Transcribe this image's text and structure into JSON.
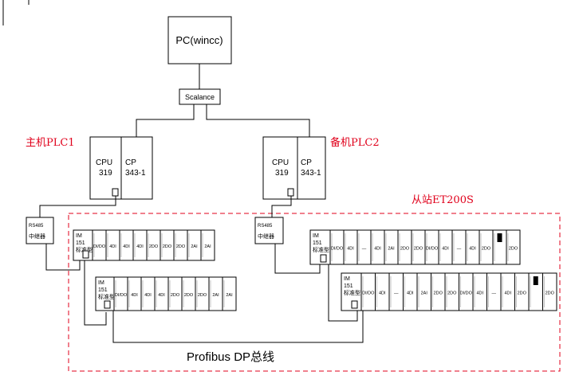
{
  "colors": {
    "line": "#000000",
    "label_red": "#e0001b",
    "dashed_border": "#e0001b"
  },
  "pc": {
    "label": "PC(wincc)"
  },
  "switch": {
    "label": "Scalance"
  },
  "plc1": {
    "label": "主机PLC1",
    "cpu": [
      "CPU",
      "319"
    ],
    "cp": [
      "CP",
      "343-1"
    ]
  },
  "plc2": {
    "label": "备机PLC2",
    "cpu": [
      "CPU",
      "319"
    ],
    "cp": [
      "CP",
      "343-1"
    ]
  },
  "rs485_label": [
    "RS485",
    "中继器"
  ],
  "slave_label": "从站ET200S",
  "bus_label": "Profibus DP总线",
  "im_label": [
    "IM",
    "151",
    "标准型"
  ],
  "module_rows": {
    "left_top": [
      "DI/DO",
      "4DI",
      "4DI",
      "4DI",
      "2DO",
      "2DO",
      "2DO",
      "2AI",
      "2AI"
    ],
    "left_bottom": [
      "DI/DO",
      "4DI",
      "4DI",
      "4DI",
      "2DO",
      "2DO",
      "2DO",
      "2AI",
      "2AI"
    ],
    "right_top": [
      "DI/DO",
      "4DI",
      "—",
      "4DI",
      "2AI",
      "2DO",
      "2DO",
      "DI/DO",
      "4DI",
      "—",
      "4DI",
      "2DO",
      "",
      "2DO"
    ],
    "right_bottom": [
      "DI/DO",
      "4DI",
      "—",
      "4DI",
      "2AI",
      "2DO",
      "2DO",
      "DI/DO",
      "4DI",
      "—",
      "4DI",
      "2DO",
      "",
      "2DO"
    ]
  }
}
